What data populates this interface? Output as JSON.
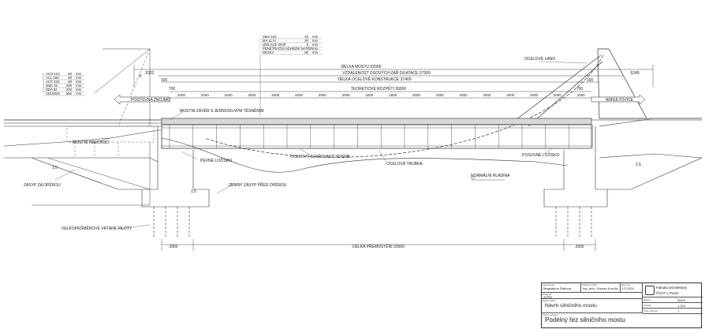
{
  "overall": {
    "deck_length": "DÉLKA MOSTU 52000",
    "support_distance": "VZDÁLENOST OSOVÝCH ZAŘ DILATACE 37300",
    "steel_length": "DÉLKA OCELOVÉ KONSTRUKCE 37400",
    "theoretical_span": "TEORETICKÉ ROZPĚTÍ 36000",
    "left_offset": "6322",
    "right_offset": "6249",
    "small_700_left": "700",
    "small_700_right": "700",
    "small_100_left": "100",
    "small_100_right": "100",
    "grade_mark": "0",
    "panel_dims": [
      "2000",
      "2000",
      "2000",
      "2000",
      "2000",
      "2000",
      "2000",
      "2000",
      "2000",
      "2000",
      "2000",
      "2000",
      "2000",
      "2000",
      "2000",
      "2000",
      "2000",
      "2000"
    ],
    "bridging_length": "DÉLKA PŘEMOSTĚNÍ 33600",
    "abutment_left_width": "2900",
    "abutment_right_width": "2900"
  },
  "road_layers": [
    {
      "name": "SMA 11S",
      "value": "40",
      "unit": "mm"
    },
    {
      "name": "MA 11 IV",
      "value": "40",
      "unit": "mm"
    },
    {
      "name": "IZOLACE NAIP",
      "value": "5",
      "unit": "mm"
    },
    {
      "name": "PENETRAČNÍ ADHEZNÍ NÁTĚR",
      "value": "-",
      "unit": "mm"
    },
    {
      "name": "DESKA",
      "value": "80",
      "unit": "mm"
    }
  ],
  "approach_layers": [
    {
      "name": "ACO 11S",
      "value": "50",
      "unit": "mm"
    },
    {
      "name": "ACL 16S",
      "value": "60",
      "unit": "mm"
    },
    {
      "name": "ACP 22S",
      "value": "60",
      "unit": "mm"
    },
    {
      "name": "MZK 32",
      "value": "200",
      "unit": "mm"
    },
    {
      "name": "ŠDA 32",
      "value": "200",
      "unit": "mm"
    },
    {
      "name": "CELKEM",
      "value": "560",
      "unit": "mm"
    }
  ],
  "labels": {
    "steel_rope": "OCELOVÉ LANO",
    "direction_left": "POSTOVNA ZNOJMO",
    "direction_right": "ARNULTOVICE",
    "bridge_joint": "MOSTNÍ ZÁVĚR S JEDNODÍLNÝM TĚSNĚNÍM",
    "transition_slab": "MOSTNÍ PŘECHOD",
    "fixed_bearing": "PEVNÉ LOŽISKO",
    "sliding_bearing": "POSUVNÉ LOŽISKO",
    "welded_strut": "OCELOVÝ SVAŘOVANÝ NOSNÍK",
    "steel_tube": "OCELOVÁ TRUBKA",
    "water_level": "NORMÁLNÍ HLADINA",
    "backfill": "ZÁSYP ZA OPĚROU",
    "front_backfill": "ZEMNÝ ZÁSYP PŘED OPĚROU",
    "piles": "VELKOPRŮMĚROVÉ VRTANÉ PILOTY",
    "slope_left": "1:5",
    "slope_right": "1:5",
    "slope_small": "1:5"
  },
  "title_block": {
    "author_label": "Vypracoval",
    "author": "Magdaléna Šálková",
    "supervisor_label": "Vedoucí práce",
    "supervisor": "Ing. arch. Roman Koucký",
    "semester_label": "Semestr",
    "semester": "LS 2024",
    "school_line1": "Fakulta architektury",
    "school_line2": "ČVUT v Praze",
    "subject_label": "Předmět",
    "subject": "ATRN",
    "project_label": "Název úlohy",
    "project": "Návrh silničního mostu",
    "date_label": "Datum",
    "date": "05/24",
    "scale_label": "Měřítko",
    "scale": "1:200",
    "sheet_label": "Číslo výkresu",
    "sheet": "1",
    "drawing_label": "Název výkresu",
    "drawing": "Podélný řez silničního mostu"
  }
}
